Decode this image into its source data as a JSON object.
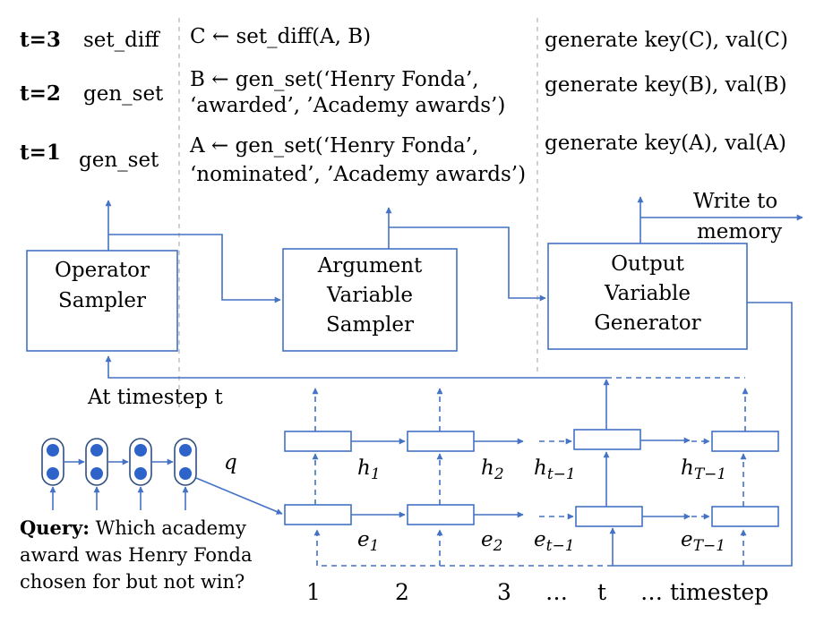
{
  "steps": [
    {
      "t": "t=3",
      "op": "set_diff",
      "assign": [
        "C ← set_diff(A, B)"
      ],
      "gen": "generate key(C), val(C)"
    },
    {
      "t": "t=2",
      "op": "gen_set",
      "assign": [
        "B ← gen_set(‘Henry Fonda’,",
        "‘awarded’, ’Academy awards’)"
      ],
      "gen": "generate key(B), val(B)"
    },
    {
      "t": "t=1",
      "op": "gen_set",
      "assign": [
        "A ← gen_set(‘Henry Fonda’,",
        "‘nominated’, ’Academy awards’)"
      ],
      "gen": "generate key(A), val(A)"
    }
  ],
  "modules": {
    "operator": [
      "Operator",
      "Sampler"
    ],
    "argument": [
      "Argument",
      "Variable",
      "Sampler"
    ],
    "output": [
      "Output",
      "Variable",
      "Generator"
    ]
  },
  "write_label": [
    "Write to",
    "memory"
  ],
  "timestep_label": "At timestep t",
  "q_label": "q",
  "hidden_labels": [
    {
      "base": "h",
      "sub": "1"
    },
    {
      "base": "h",
      "sub": "2"
    },
    {
      "base": "h",
      "sub": "t−1"
    },
    {
      "base": "h",
      "sub": "T−1"
    }
  ],
  "embed_labels": [
    {
      "base": "e",
      "sub": "1"
    },
    {
      "base": "e",
      "sub": "2"
    },
    {
      "base": "e",
      "sub": "t−1"
    },
    {
      "base": "e",
      "sub": "T−1"
    }
  ],
  "axis": [
    "1",
    "2",
    "3",
    "…",
    "t",
    "… timestep"
  ],
  "query": {
    "bold": "Query:",
    "lines": [
      " Which academy",
      "award was Henry Fonda",
      "chosen for but not win?"
    ]
  }
}
